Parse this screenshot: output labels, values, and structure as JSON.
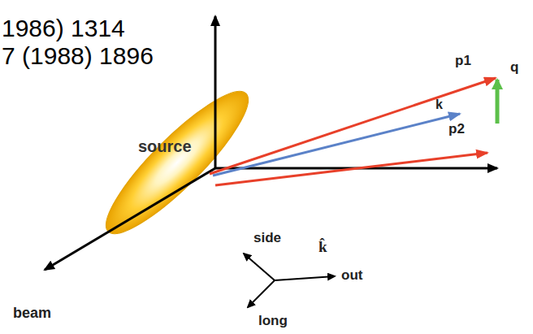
{
  "diagram": {
    "nodes": [
      {
        "text": [
          "source"
        ]
      }
    ],
    "labels": [
      "1986) 1314",
      "7 (1988) 1896",
      "p1",
      "k",
      "q",
      "p2",
      "side",
      "k̂",
      "out",
      "beam",
      "long"
    ]
  }
}
